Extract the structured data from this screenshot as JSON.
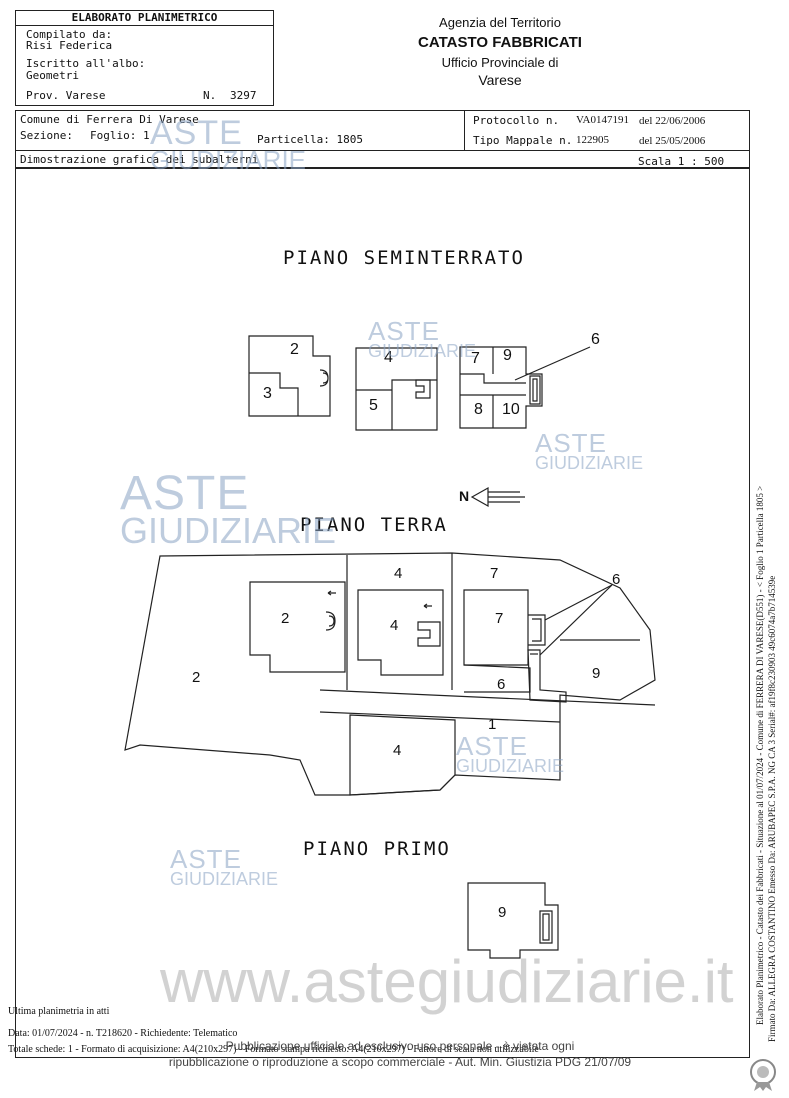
{
  "header": {
    "elaborato": "ELABORATO PLANIMETRICO",
    "compilato_label": "Compilato da:",
    "compilato_name": "Risi Federica",
    "iscritto_label": "Iscritto all'albo:",
    "iscritto_value": "Geometri",
    "prov": "Prov. Varese",
    "num_label": "N.",
    "num_value": "3297",
    "agency": "Agenzia del Territorio",
    "catasto": "CATASTO FABBRICATI",
    "ufficio": "Ufficio Provinciale di",
    "city": "Varese"
  },
  "info": {
    "comune": "Comune di Ferrera Di Varese",
    "sezione": "Sezione:",
    "foglio": "Foglio: 1",
    "particella": "Particella: 1805",
    "protocollo_label": "Protocollo n.",
    "protocollo_value": "VA0147191",
    "protocollo_date": "del 22/06/2006",
    "tipo_label": "Tipo Mappale n.",
    "tipo_value": "122905",
    "tipo_date": "del 25/05/2006",
    "dimostrazione": "Dimostrazione grafica dei subalterni",
    "scala": "Scala 1 : 500"
  },
  "plans": {
    "seminterrato": "PIANO SEMINTERRATO",
    "terra": "PIANO TERRA",
    "primo": "PIANO PRIMO",
    "north": "N"
  },
  "labels": {
    "s2": "2",
    "s3": "3",
    "s4": "4",
    "s5": "5",
    "s6": "6",
    "s7": "7",
    "s8": "8",
    "s9": "9",
    "s10": "10",
    "t2a": "2",
    "t2b": "2",
    "t4a": "4",
    "t4b": "4",
    "t4c": "4",
    "t7a": "7",
    "t7b": "7",
    "t6a": "6",
    "t6b": "6",
    "t9": "9",
    "t1": "1",
    "p9": "9"
  },
  "watermark": {
    "aste": "ASTE",
    "giudiziarie": "GIUDIZIARIE",
    "site": "www.astegiudiziarie.it"
  },
  "side_text": {
    "line1": "Elaborato Planimetrico - Catasto dei Fabbricati - Situazione al 01/07/2024 - Comune di FERRERA DI VARESE(D551) - < Foglio 1 Particella 1805 >",
    "line2": "Firmato Da: ALLEGRA COSTANTINO Emesso Da: ARUBAPEC S.P.A. NG CA 3 Serial#: af19f8c230903 49c6074a7b714539e"
  },
  "footer": {
    "ultima": "Ultima planimetria in atti",
    "data": "Data: 01/07/2024 - n. T218620 - Richiedente: Telematico",
    "totale": "Totale schede: 1 - Formato di acquisizione: A4(210x297) - Formato stampa richiesto: A4(210x297) - Fattore di scala non utilizzabile",
    "pub1": "Pubblicazione ufficiale ad esclusivo uso personale - è vietata ogni",
    "pub2": "ripubblicazione o riproduzione a scopo commerciale - Aut. Min. Giustizia PDG 21/07/09"
  }
}
